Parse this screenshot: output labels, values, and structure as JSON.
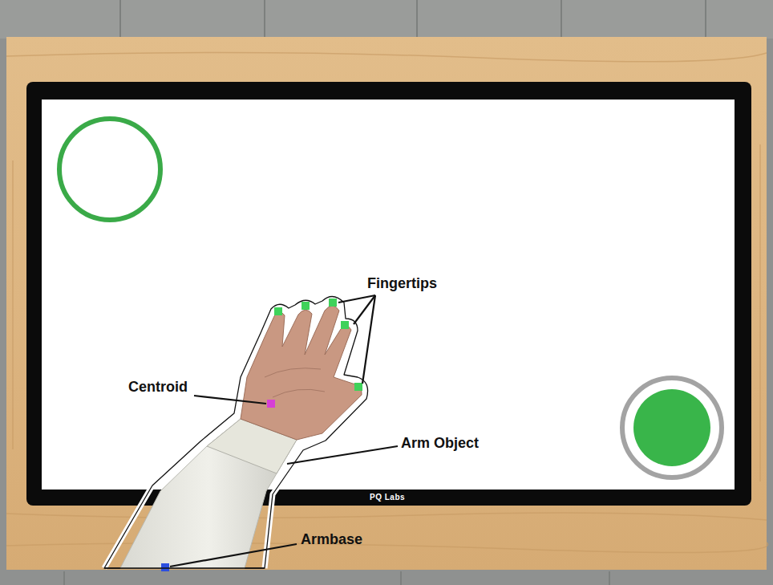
{
  "diagram": {
    "labels": [
      "Fingertips",
      "Centroid",
      "Arm Object",
      "Armbase",
      "PQ Labs"
    ]
  }
}
